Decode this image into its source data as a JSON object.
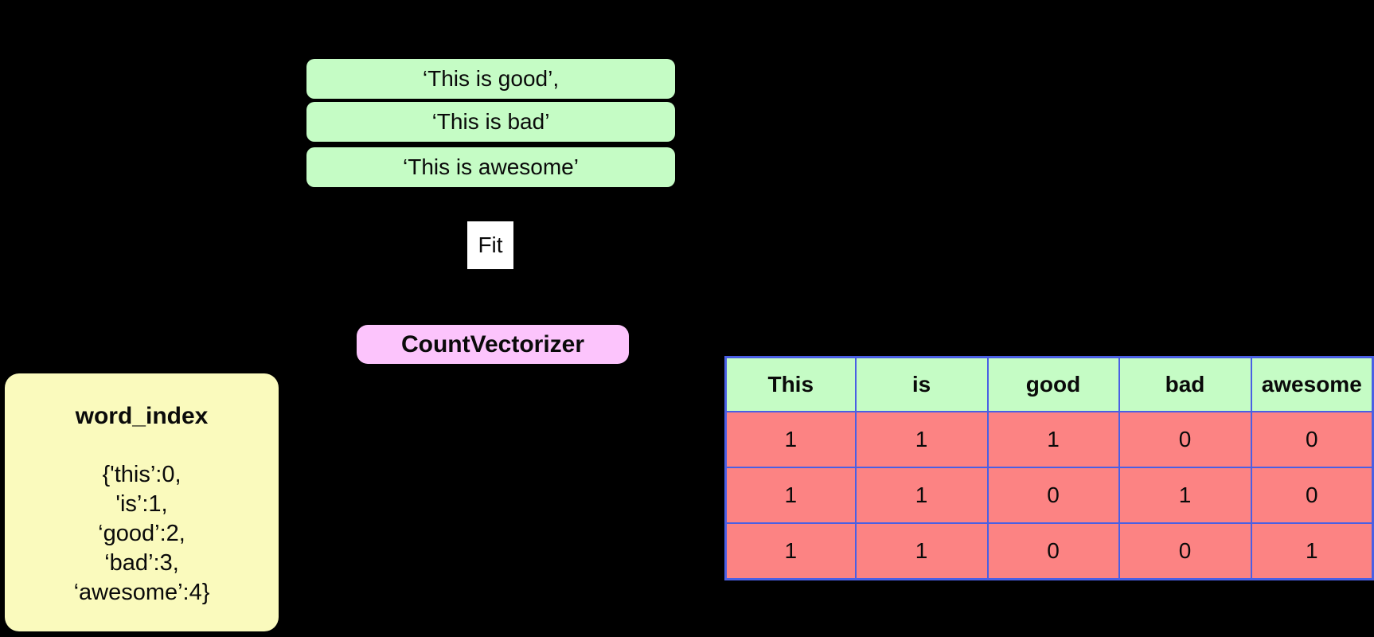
{
  "colors": {
    "background": "#000000",
    "sentence_green": "#c5fcc5",
    "vectorizer_pink": "#fcc4fc",
    "word_index_yellow": "#fafabd",
    "matrix_cell_red": "#fc8383",
    "matrix_border_blue": "#4a5fe4",
    "fit_white": "#ffffff",
    "text_black": "#0a0a0a"
  },
  "input_sentences": {
    "items": [
      "‘This is good’,",
      "‘This is bad’",
      "‘This is awesome’"
    ]
  },
  "fit": {
    "label": "Fit"
  },
  "vectorizer": {
    "label": "CountVectorizer"
  },
  "word_index": {
    "title": "word_index",
    "lines": [
      "{'this’:0,",
      "'is’:1,",
      "‘good’:2,",
      "‘bad’:3,",
      "‘awesome’:4}"
    ]
  },
  "matrix_table": {
    "headers": [
      "This",
      "is",
      "good",
      "bad",
      "awesome"
    ],
    "rows": [
      [
        1,
        1,
        1,
        0,
        0
      ],
      [
        1,
        1,
        0,
        1,
        0
      ],
      [
        1,
        1,
        0,
        0,
        1
      ]
    ]
  }
}
